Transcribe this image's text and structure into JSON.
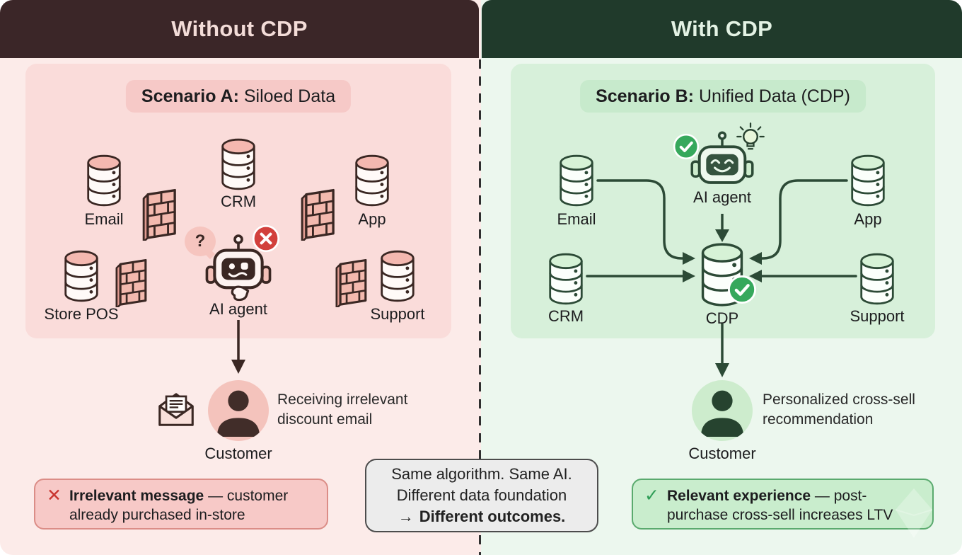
{
  "left": {
    "header": "Without CDP",
    "scenario": {
      "bold": "Scenario A:",
      "rest": " Siloed Data"
    },
    "sources": {
      "email": "Email",
      "crm": "CRM",
      "app": "App",
      "store_pos": "Store POS",
      "support": "Support"
    },
    "agent": {
      "label": "AI agent",
      "question_mark": "?",
      "status_icon": "x-circle"
    },
    "flow": {
      "result_text": "Receiving irrelevant discount email",
      "customer_label": "Customer"
    },
    "callout": {
      "icon": "✕",
      "bold": "Irrelevant message",
      "rest": " — customer already purchased in-store"
    }
  },
  "right": {
    "header": "With CDP",
    "scenario": {
      "bold": "Scenario B:",
      "rest": " Unified Data (CDP)"
    },
    "sources": {
      "email": "Email",
      "crm": "CRM",
      "app": "App",
      "support": "Support"
    },
    "hub_label": "CDP",
    "agent": {
      "label": "AI agent",
      "status_icon": "check-circle",
      "idea_icon": "lightbulb"
    },
    "flow": {
      "result_text": "Personalized cross-sell recommendation",
      "customer_label": "Customer"
    },
    "callout": {
      "icon": "✓",
      "bold": "Relevant experience",
      "rest": " — post-purchase cross-sell increases LTV"
    }
  },
  "center_note": {
    "line1": "Same algorithm. Same AI.",
    "line2": "Different data foundation",
    "arrow": "→",
    "bold": "Different outcomes."
  },
  "icons": {
    "database": "cylinder-database",
    "barrier": "brick-wall",
    "agent_confused": "robot-confused",
    "agent_happy": "robot-happy",
    "customer": "person-avatar",
    "email_received": "open-envelope",
    "idea": "lightbulb",
    "success": "check-circle",
    "error": "x-circle",
    "question": "question-bubble"
  },
  "colors": {
    "left_header_bg": "#3b2628",
    "left_header_text": "#f3dcd8",
    "right_header_bg": "#203a2b",
    "right_header_text": "#e3f2e4",
    "left_bg": "#fcebe9",
    "left_panel_bg": "#fadcda",
    "left_pill_bg": "#f6c9c7",
    "right_bg": "#ecf7ee",
    "right_panel_bg": "#d7f0da",
    "right_pill_bg": "#c7eacc",
    "left_accent": "#c9352f",
    "right_accent": "#2f9e57",
    "left_stroke": "#3a2723",
    "right_stroke": "#2c4a36",
    "error_callout_bg": "#f7c9c7",
    "error_callout_border": "#db8d87",
    "success_callout_bg": "#c9edcd",
    "success_callout_border": "#5aaa6e",
    "note_bg": "#ececec",
    "note_border": "#4c4c4c"
  }
}
